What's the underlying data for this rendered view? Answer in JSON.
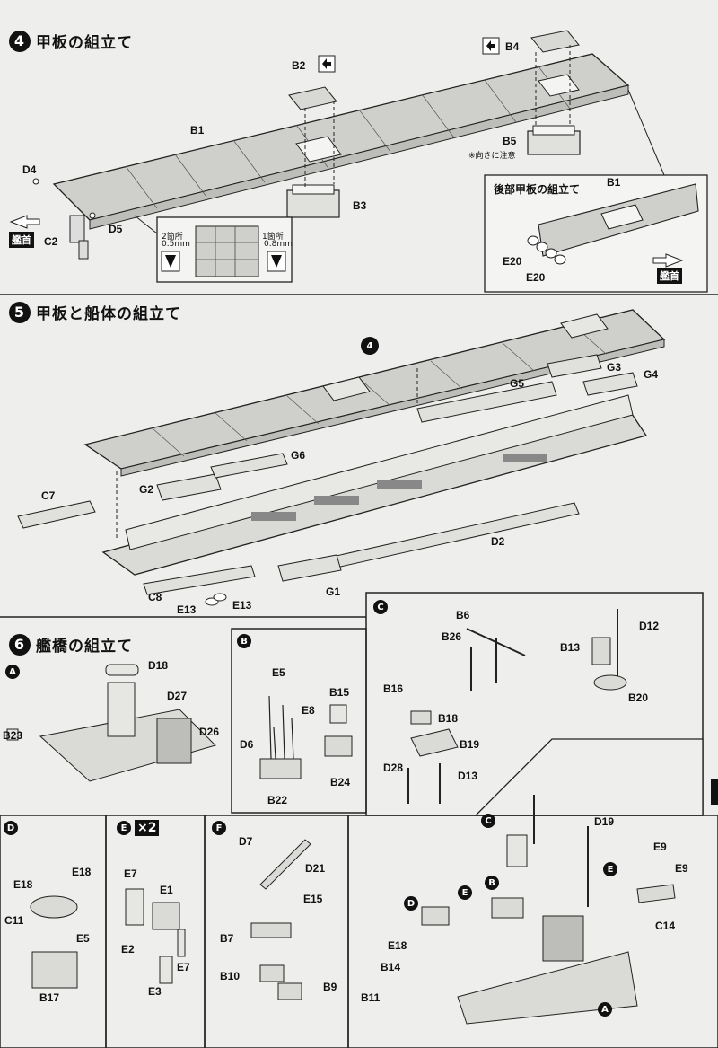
{
  "step4": {
    "number": "4",
    "title": "甲板の組立て",
    "labels": {
      "b1": "B1",
      "b2": "B2",
      "b3": "B3",
      "b4": "B4",
      "b5": "B5",
      "c2": "C2",
      "d4": "D4",
      "d5": "D5"
    },
    "b5_note": "※向きに注意",
    "bow": "艦首",
    "inset_left": {
      "count": "2箇所",
      "size": "0.5mm"
    },
    "inset_right": {
      "count": "1箇所",
      "size": "0.8mm"
    },
    "rear_deck": {
      "title": "後部甲板の組立て",
      "b1": "B1",
      "e20a": "E20",
      "e20b": "E20",
      "bow": "艦首"
    }
  },
  "step5": {
    "number": "5",
    "title": "甲板と船体の組立て",
    "ref_badge": "4",
    "labels": {
      "g3": "G3",
      "g4": "G4",
      "g5": "G5",
      "g6": "G6",
      "g2": "G2",
      "c7": "C7",
      "d2": "D2",
      "g1": "G1",
      "c8": "C8",
      "e13a": "E13",
      "e13b": "E13"
    }
  },
  "step6": {
    "number": "6",
    "title": "艦橋の組立て",
    "sub_a": {
      "badge": "A",
      "labels": {
        "d18": "D18",
        "d27": "D27",
        "d26": "D26",
        "b23": "B23"
      }
    },
    "sub_b": {
      "badge": "B",
      "labels": {
        "e5": "E5",
        "b15": "B15",
        "e8": "E8",
        "d6": "D6",
        "b24": "B24",
        "b22": "B22"
      }
    },
    "sub_c": {
      "badge": "C",
      "labels": {
        "b6": "B6",
        "b26": "B26",
        "d12": "D12",
        "b13": "B13",
        "b20": "B20",
        "b16": "B16",
        "b18": "B18",
        "b19": "B19",
        "d28": "D28",
        "d13": "D13"
      }
    },
    "sub_d": {
      "badge": "D",
      "labels": {
        "e18a": "E18",
        "e18b": "E18",
        "c11": "C11",
        "e5": "E5",
        "b17": "B17"
      }
    },
    "sub_e": {
      "badge": "E",
      "multiplier": "×2",
      "labels": {
        "e7a": "E7",
        "e1": "E1",
        "e2": "E2",
        "e7b": "E7",
        "e3": "E3"
      }
    },
    "sub_f": {
      "badge": "F",
      "labels": {
        "d7": "D7",
        "d21": "D21",
        "e15": "E15",
        "b7": "B7",
        "b10": "B10",
        "b9": "B9"
      }
    },
    "final": {
      "badge_c": "C",
      "badge_b": "B",
      "badge_d": "D",
      "badge_e1": "E",
      "badge_e2": "E",
      "badge_a": "A",
      "labels": {
        "d19": "D19",
        "e9a": "E9",
        "e9b": "E9",
        "c14": "C14",
        "e18": "E18",
        "b14": "B14",
        "b11": "B11"
      }
    }
  }
}
